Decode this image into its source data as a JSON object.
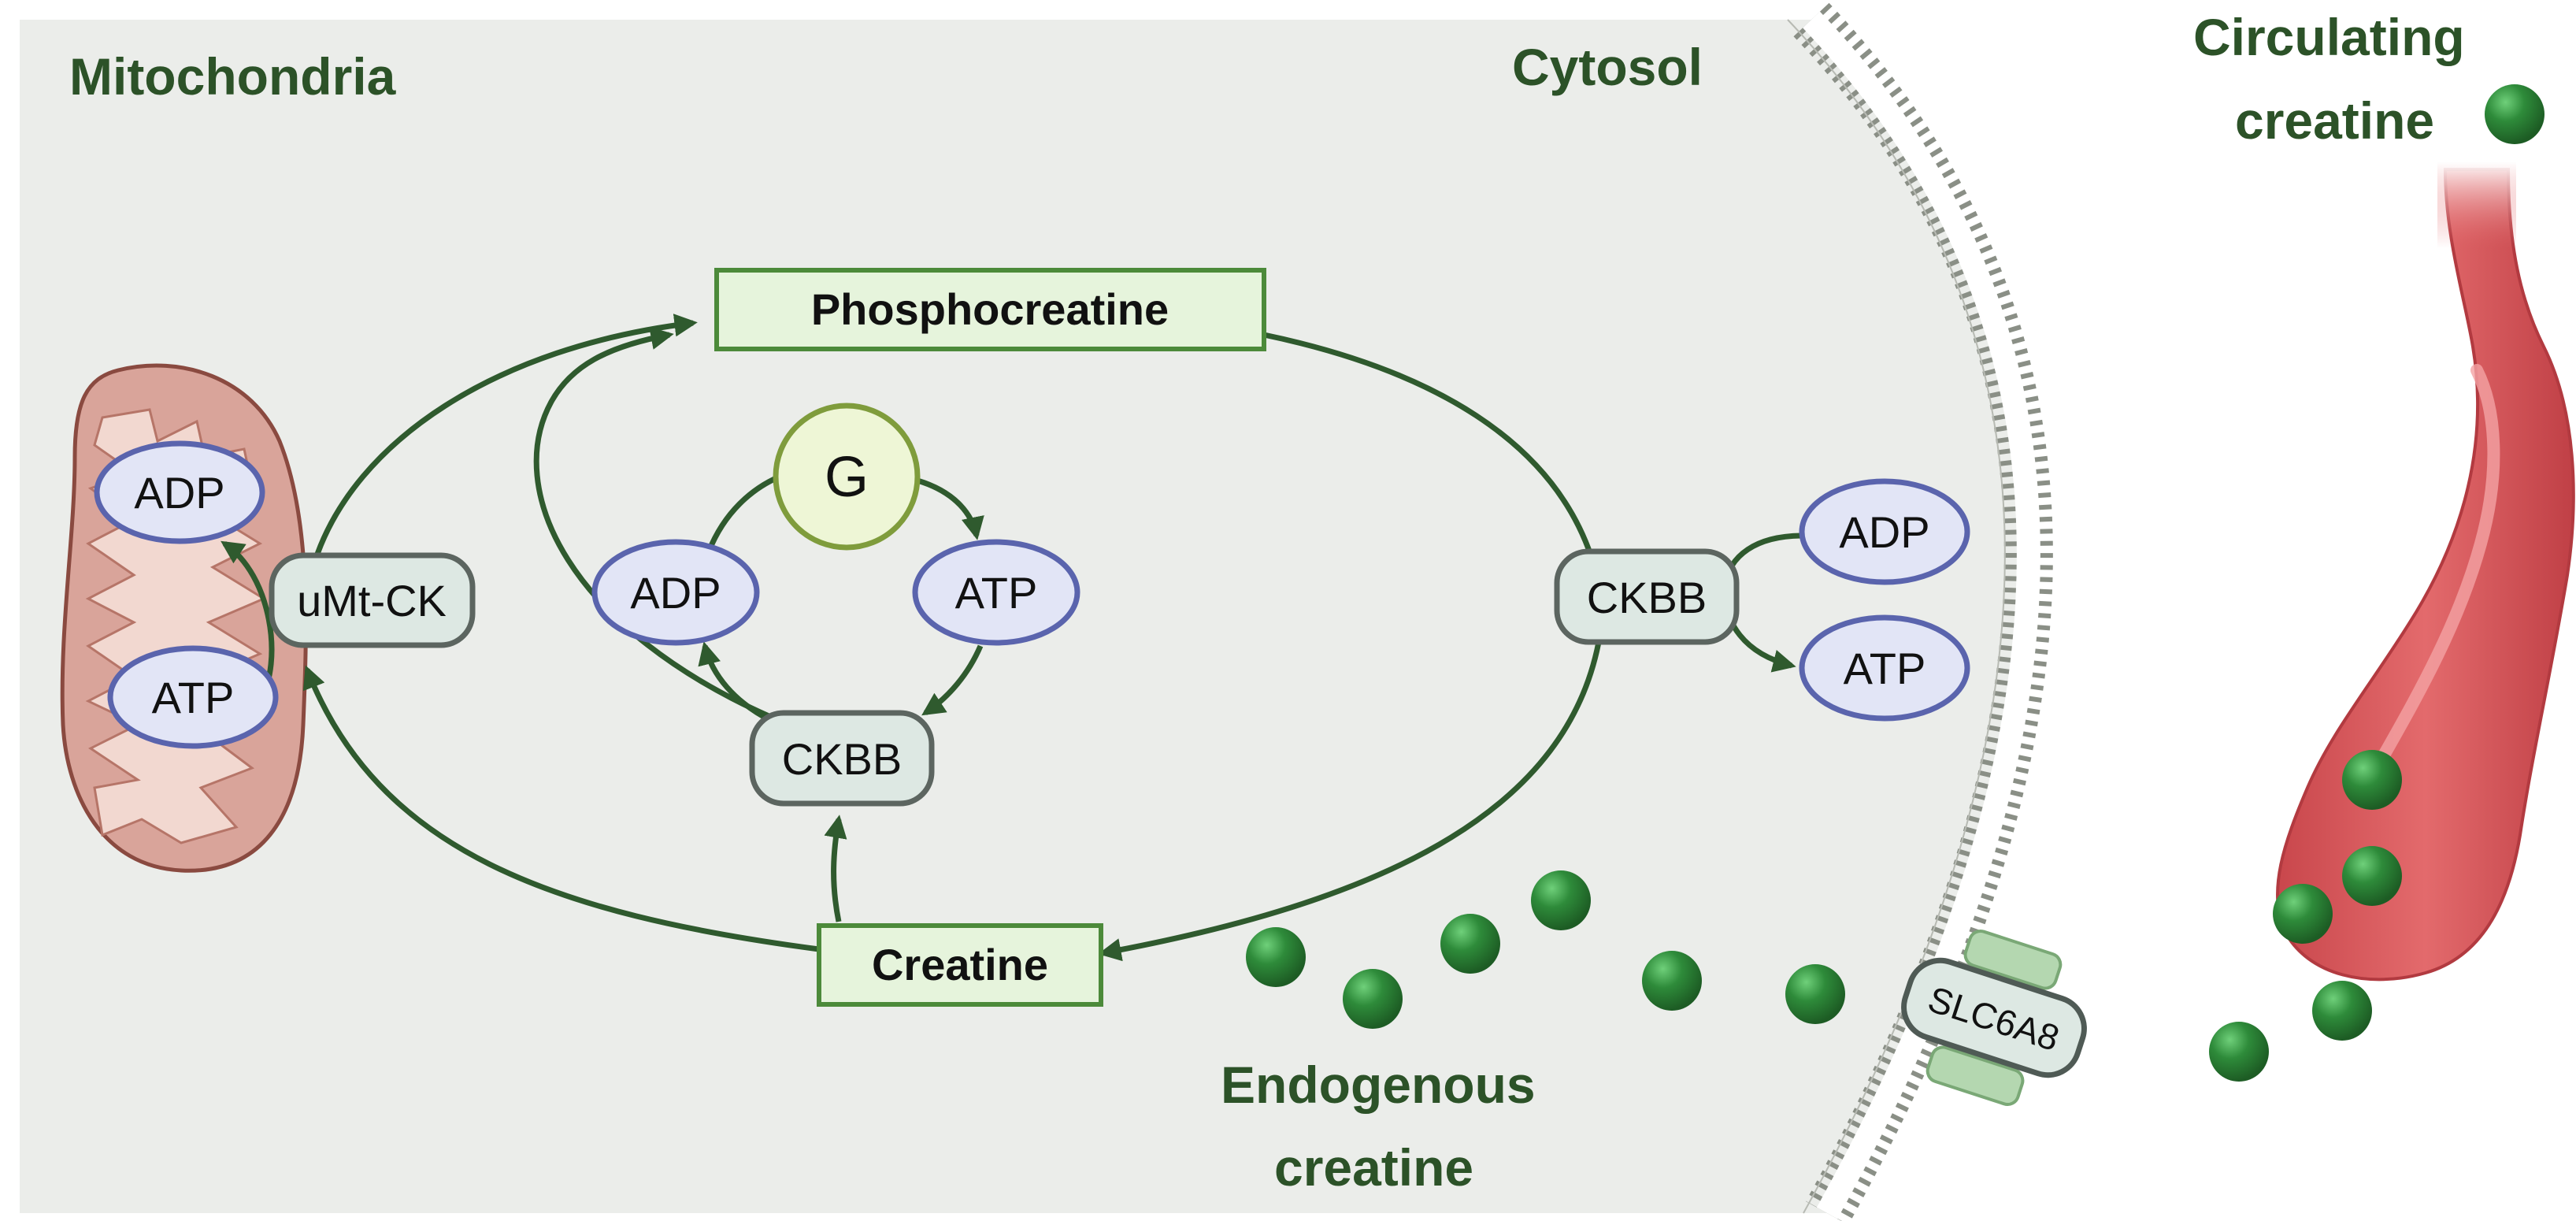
{
  "colors": {
    "cytosol_fill": "#ebedea",
    "dark_green": "#2f5a2e",
    "label_green": "#2c5228",
    "box_fill": "#e6f4dc",
    "box_stroke": "#4c8a3a",
    "enzyme_fill": "#dde8e3",
    "enzyme_stroke": "#5c6560",
    "nucleotide_fill": "#e2e5f6",
    "nucleotide_stroke": "#5a64ad",
    "g_fill": "#eef6d6",
    "g_stroke": "#7f9c3c",
    "mito_fill": "#d9a49a",
    "mito_stroke": "#8a4a40",
    "vessel_fill": "#d65a5e",
    "membrane_gray": "#8a8f86",
    "transporter_fill": "#b4d7b0",
    "creatine_ball": "#2e8b3a"
  },
  "compartments": {
    "mitochondria": "Mitochondria",
    "cytosol": "Cytosol",
    "circulating_line1": "Circulating",
    "circulating_line2": "creatine",
    "endogenous_line1": "Endogenous",
    "endogenous_line2": "creatine"
  },
  "metabolites": {
    "phosphocreatine": "Phosphocreatine",
    "creatine": "Creatine"
  },
  "enzymes": {
    "umtck": "uMt-CK",
    "ckbb_center": "CKBB",
    "ckbb_right": "CKBB",
    "transporter": "SLC6A8"
  },
  "nucleotides": {
    "mito_adp": "ADP",
    "mito_atp": "ATP",
    "center_adp": "ADP",
    "center_atp": "ATP",
    "right_adp": "ADP",
    "right_atp": "ATP"
  },
  "glycolysis": {
    "label": "G"
  }
}
